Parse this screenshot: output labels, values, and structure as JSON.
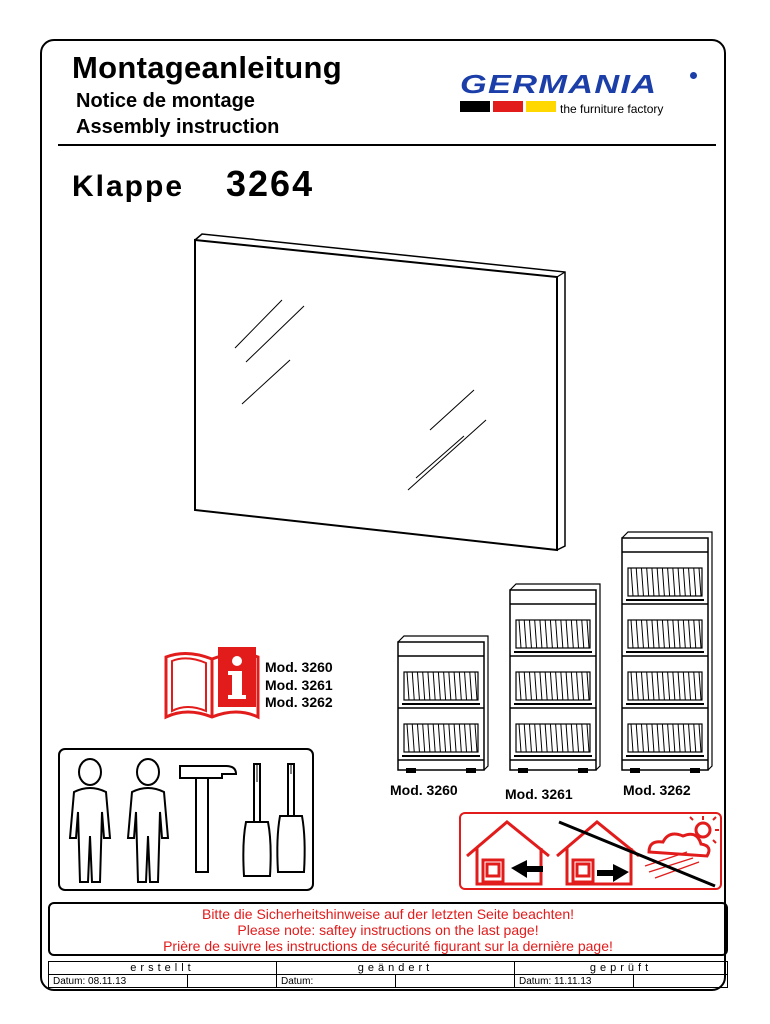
{
  "header": {
    "title_de": "Montageanleitung",
    "title_fr": "Notice de montage",
    "title_en": "Assembly instruction"
  },
  "logo": {
    "brand": "GERMANIA",
    "tagline": "the furniture factory",
    "colors": {
      "brand": "#1b3ea8",
      "black": "#000000",
      "red": "#e21b1b",
      "yellow": "#ffd800"
    }
  },
  "product": {
    "name": "Klappe",
    "number": "3264"
  },
  "icons": {
    "manual": "info-book-icon",
    "workers": "two-person-icon",
    "hammer": "hammer-icon",
    "screwdrivers": "screwdriver-icon",
    "indoor": "indoor-use-icon",
    "no_outdoor": "no-outdoor-use-icon"
  },
  "models": {
    "list": [
      "Mod. 3260",
      "Mod. 3261",
      "Mod. 3262"
    ],
    "shelves": [
      {
        "label": "Mod. 3260",
        "compartments": 2
      },
      {
        "label": "Mod. 3261",
        "compartments": 3
      },
      {
        "label": "Mod. 3262",
        "compartments": 4
      }
    ]
  },
  "safety": {
    "de": "Bitte die Sicherheitshinweise auf der letzten Seite beachten!",
    "en": "Please note: saftey instructions on the last page!",
    "fr": "Prière de suivre les instructions de sécurité figurant sur la dernière page!",
    "color": "#e21b1b"
  },
  "footer": {
    "created": {
      "label": "erstellt",
      "date_label": "Datum:",
      "date": "08.11.13"
    },
    "changed": {
      "label": "geändert",
      "date_label": "Datum:",
      "date": ""
    },
    "checked": {
      "label": "geprüft",
      "date_label": "Datum:",
      "date": "11.11.13"
    }
  }
}
